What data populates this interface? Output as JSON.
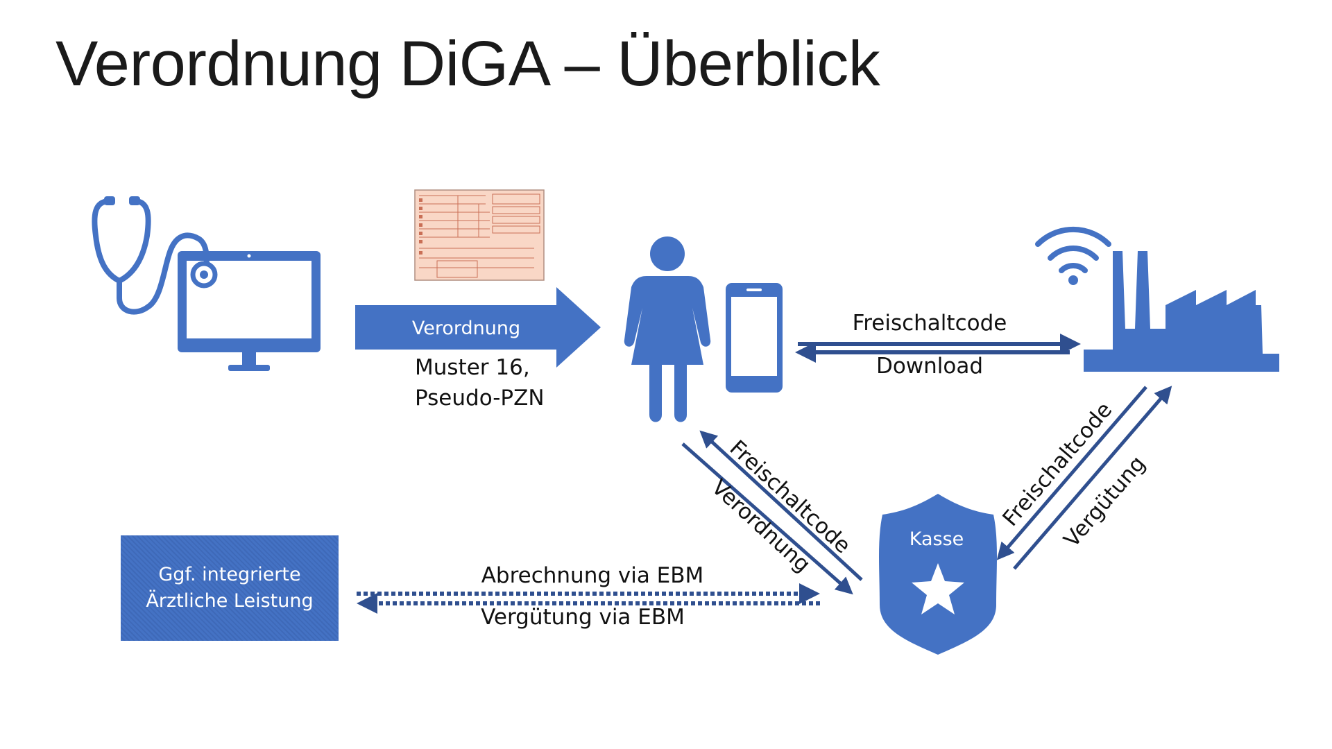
{
  "slide": {
    "title": "Verordnung DiGA – Überblick"
  },
  "colors": {
    "primary": "#4472c4",
    "arrow_dark": "#2f4f8f",
    "prescription_form": "#f9d7c6",
    "text": "#111111"
  },
  "icons": {
    "doctor": "stethoscope-monitor-icon",
    "prescription": "prescription-form-icon",
    "patient": "woman-icon",
    "phone": "smartphone-icon",
    "manufacturer": "factory-wifi-icon",
    "insurer": "shield-star-icon"
  },
  "arrows": {
    "prescription": {
      "label": "Verordnung",
      "caption_line1": "Muster 16,",
      "caption_line2": "Pseudo-PZN"
    },
    "patient_manufacturer": {
      "top_label": "Freischaltcode",
      "bottom_label": "Download"
    },
    "patient_insurer": {
      "upper_label": "Freischaltcode",
      "lower_label": "Verordnung"
    },
    "insurer_manufacturer": {
      "upper_label": "Freischaltcode",
      "lower_label": "Vergütung"
    },
    "billing": {
      "top_label": "Abrechnung via EBM",
      "bottom_label": "Vergütung via EBM"
    }
  },
  "insurer": {
    "label": "Kasse"
  },
  "integrated_service": {
    "line1": "Ggf. integrierte",
    "line2": "Ärztliche Leistung"
  }
}
